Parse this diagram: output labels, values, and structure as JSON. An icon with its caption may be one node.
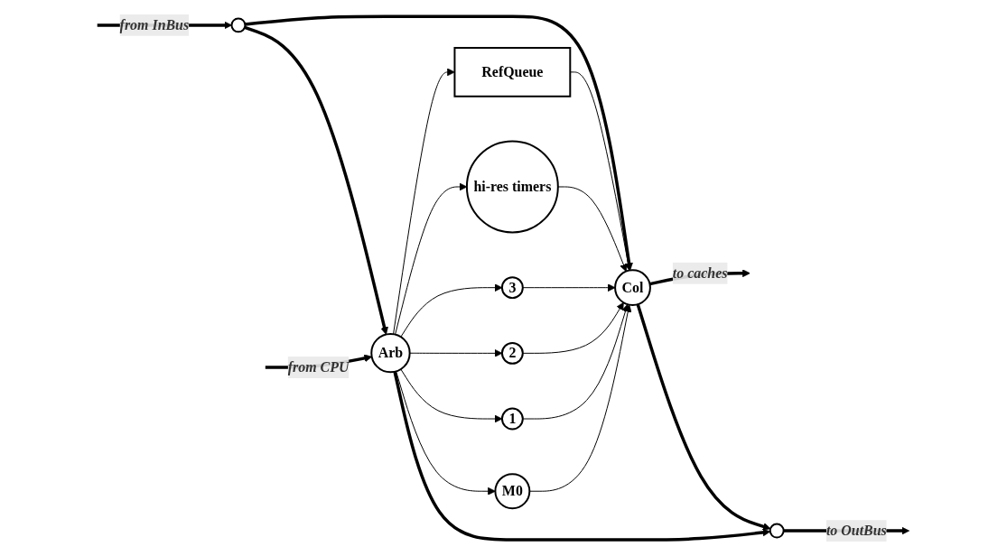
{
  "diagram": {
    "nodes": [
      {
        "text": [],
        "shape": "circle"
      },
      {
        "text": [
          "Arb"
        ]
      },
      {
        "text": [
          "M0"
        ]
      },
      {
        "text": [
          "1"
        ]
      },
      {
        "text": [
          "2"
        ]
      },
      {
        "text": [
          "3"
        ]
      },
      {
        "text": [
          "hi-res timers"
        ]
      },
      {
        "text": [
          "RefQueue"
        ]
      },
      {
        "text": [],
        "shape": "circle"
      },
      {
        "text": [
          "Col"
        ]
      }
    ],
    "edges": [
      {
        "from": null,
        "to": 0,
        "arrow": "to",
        "label": "from InBus",
        "style": "thick"
      },
      {
        "from": null,
        "to": 1,
        "arrow": "to",
        "label": "from CPU",
        "style": "thick"
      },
      {
        "from": 0,
        "to": 1,
        "arrow": "to",
        "style": "thick"
      },
      {
        "from": 0,
        "to": 9,
        "arrow": "to",
        "style": "thick"
      },
      {
        "from": 1,
        "to": 8,
        "arrow": "to",
        "style": "thick"
      },
      {
        "from": 1,
        "to": 2,
        "arrow": "to"
      },
      {
        "from": 1,
        "to": 3,
        "arrow": "to"
      },
      {
        "from": 1,
        "to": 4,
        "arrow": "to"
      },
      {
        "from": 1,
        "to": 5,
        "arrow": "to"
      },
      {
        "from": 1,
        "to": 6,
        "arrow": "to"
      },
      {
        "from": 1,
        "to": 7,
        "arrow": "to"
      },
      {
        "from": 2,
        "to": 9,
        "arrow": "to"
      },
      {
        "from": 3,
        "to": 9,
        "arrow": "to"
      },
      {
        "from": 4,
        "to": 9,
        "arrow": "to"
      },
      {
        "from": 5,
        "to": 9,
        "arrow": "to"
      },
      {
        "from": 6,
        "to": 9,
        "arrow": "to"
      },
      {
        "from": 7,
        "to": 9,
        "arrow": "to"
      },
      {
        "from": 9,
        "to": 8,
        "arrow": "to",
        "style": "thick"
      },
      {
        "from": 8,
        "to": null,
        "arrow": "to",
        "label": "to OutBus",
        "style": "thick"
      },
      {
        "from": 9,
        "to": null,
        "arrow": "to",
        "label": "to caches",
        "style": "thick"
      }
    ]
  }
}
